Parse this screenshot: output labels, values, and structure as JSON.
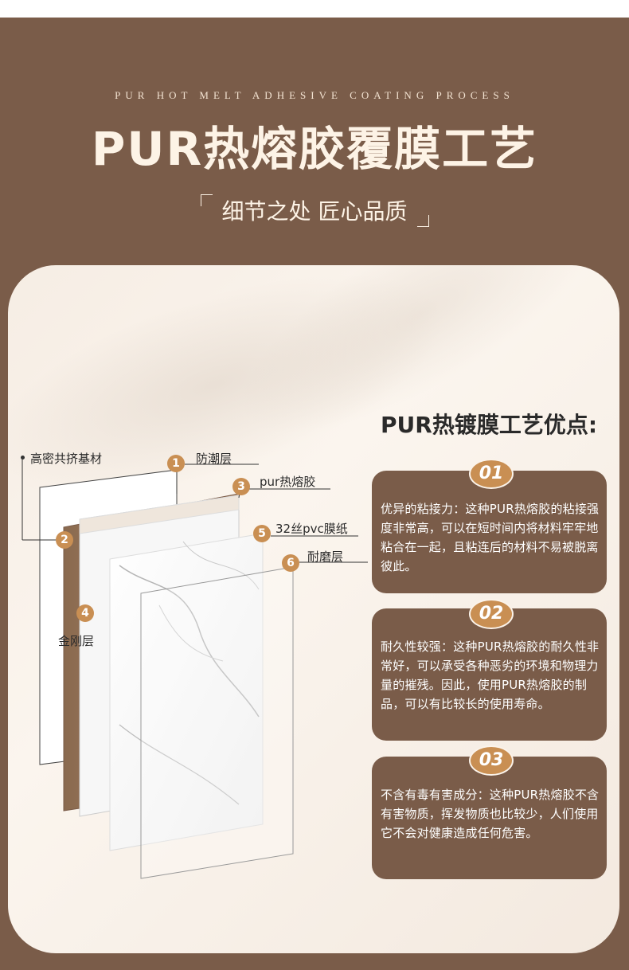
{
  "header": {
    "english": "PUR HOT MELT ADHESIVE COATING PROCESS",
    "title": "PUR热熔胶覆膜工艺",
    "subtitle": "细节之处 匠心品质"
  },
  "layers": [
    {
      "num": "1",
      "label": "防潮层"
    },
    {
      "num": "2",
      "label": "高密共挤基材"
    },
    {
      "num": "3",
      "label": "pur热熔胶"
    },
    {
      "num": "4",
      "label": "金刚层"
    },
    {
      "num": "5",
      "label": "32丝pvc膜纸"
    },
    {
      "num": "6",
      "label": "耐磨层"
    }
  ],
  "advantages": {
    "title": "PUR热镀膜工艺优点:",
    "items": [
      {
        "badge": "01",
        "text": "优异的粘接力：这种PUR热熔胶的粘接强度非常高，可以在短时间内将材料牢牢地粘合在一起，且粘连后的材料不易被脱离彼此。"
      },
      {
        "badge": "02",
        "text": "耐久性较强：这种PUR热熔胶的耐久性非常好，可以承受各种恶劣的环境和物理力量的摧残。因此，使用PUR热熔胶的制品，可以有比较长的使用寿命。"
      },
      {
        "badge": "03",
        "text": "不含有毒有害成分：这种PUR热熔胶不含有害物质，挥发物质也比较少，人们使用它不会对健康造成任何危害。"
      }
    ]
  },
  "colors": {
    "brown": "#7a5c49",
    "accent": "#c98f53",
    "cream": "#fdf3e6"
  }
}
